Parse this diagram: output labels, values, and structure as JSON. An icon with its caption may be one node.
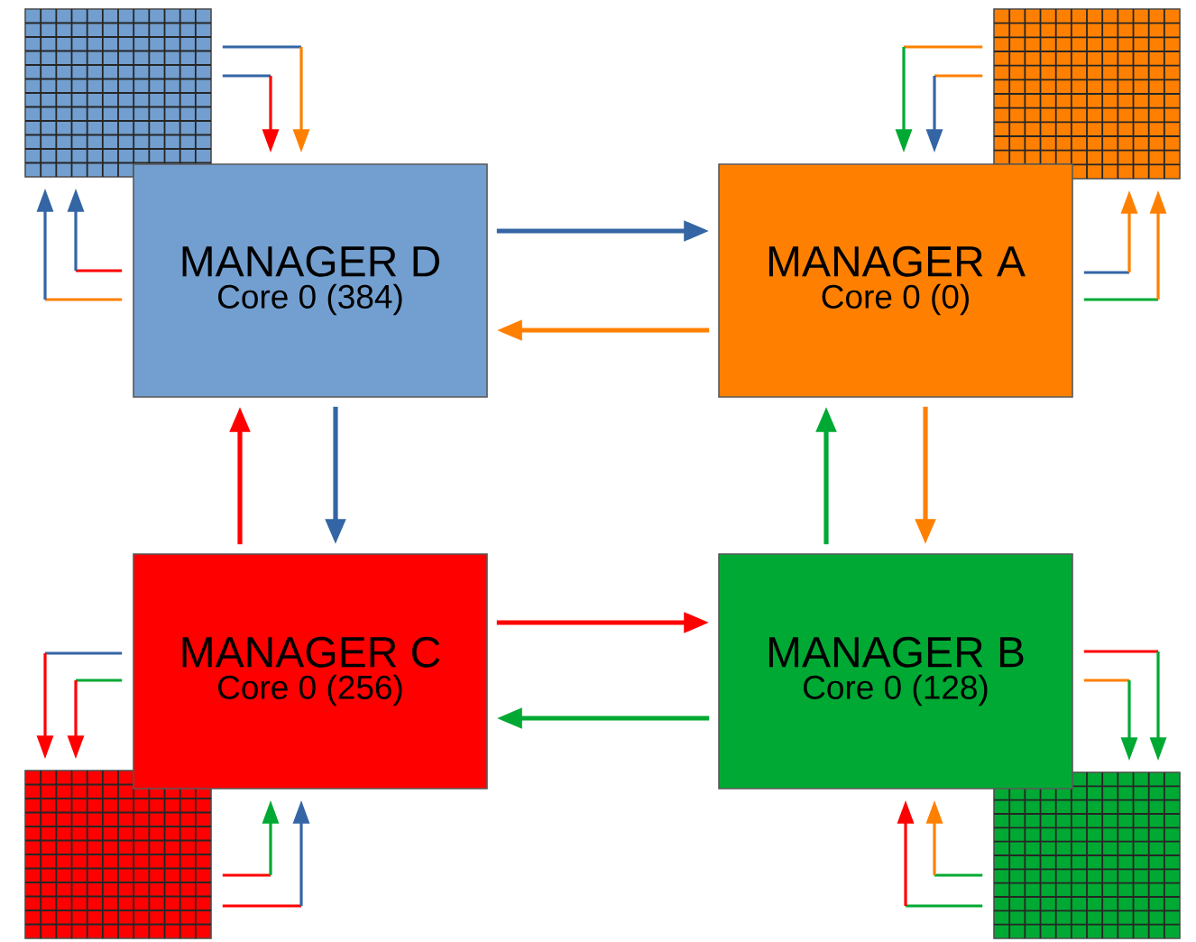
{
  "diagram": {
    "nodes": [
      {
        "text": [],
        "shape": "grid"
      },
      {
        "text": [],
        "shape": "grid"
      },
      {
        "text": [
          "MANAGER D",
          "Core 0 (384)"
        ]
      },
      {
        "text": [
          "MANAGER A",
          "Core 0 (0)"
        ]
      },
      {
        "text": [
          "MANAGER C",
          "Core 0 (256)"
        ]
      },
      {
        "text": [
          "MANAGER B",
          "Core 0 (128)"
        ]
      },
      {
        "text": [],
        "shape": "grid"
      },
      {
        "text": [],
        "shape": "grid"
      }
    ],
    "edges": [
      {
        "from": 2,
        "to": 3,
        "arrow": "to",
        "color": "#3465a4"
      },
      {
        "from": 3,
        "to": 2,
        "arrow": "to",
        "color": "#ff8000"
      },
      {
        "from": 2,
        "to": 4,
        "arrow": "to",
        "color": "#3465a4"
      },
      {
        "from": 4,
        "to": 2,
        "arrow": "to",
        "color": "#ff0000"
      },
      {
        "from": 3,
        "to": 5,
        "arrow": "to",
        "color": "#ff8000"
      },
      {
        "from": 5,
        "to": 3,
        "arrow": "to",
        "color": "#00a933"
      },
      {
        "from": 4,
        "to": 5,
        "arrow": "to",
        "color": "#ff0000"
      },
      {
        "from": 5,
        "to": 4,
        "arrow": "to",
        "color": "#00a933"
      },
      {
        "from": 0,
        "to": 2,
        "arrow": "to",
        "color": "#ff0000"
      },
      {
        "from": 0,
        "to": 2,
        "arrow": "to",
        "color": "#ff8000"
      },
      {
        "from": 2,
        "to": 0,
        "arrow": "to",
        "color": "#3465a4"
      },
      {
        "from": 2,
        "to": 0,
        "arrow": "to",
        "color": "#3465a4"
      },
      {
        "from": 1,
        "to": 3,
        "arrow": "to",
        "color": "#00a933"
      },
      {
        "from": 1,
        "to": 3,
        "arrow": "to",
        "color": "#3465a4"
      },
      {
        "from": 3,
        "to": 1,
        "arrow": "to",
        "color": "#ff8000"
      },
      {
        "from": 3,
        "to": 1,
        "arrow": "to",
        "color": "#ff8000"
      },
      {
        "from": 4,
        "to": 6,
        "arrow": "to",
        "color": "#ff0000"
      },
      {
        "from": 4,
        "to": 6,
        "arrow": "to",
        "color": "#ff0000"
      },
      {
        "from": 6,
        "to": 4,
        "arrow": "to",
        "color": "#00a933"
      },
      {
        "from": 6,
        "to": 4,
        "arrow": "to",
        "color": "#3465a4"
      },
      {
        "from": 5,
        "to": 7,
        "arrow": "to",
        "color": "#00a933"
      },
      {
        "from": 5,
        "to": 7,
        "arrow": "to",
        "color": "#00a933"
      },
      {
        "from": 7,
        "to": 5,
        "arrow": "to",
        "color": "#ff0000"
      },
      {
        "from": 7,
        "to": 5,
        "arrow": "to",
        "color": "#ff8000"
      }
    ]
  }
}
